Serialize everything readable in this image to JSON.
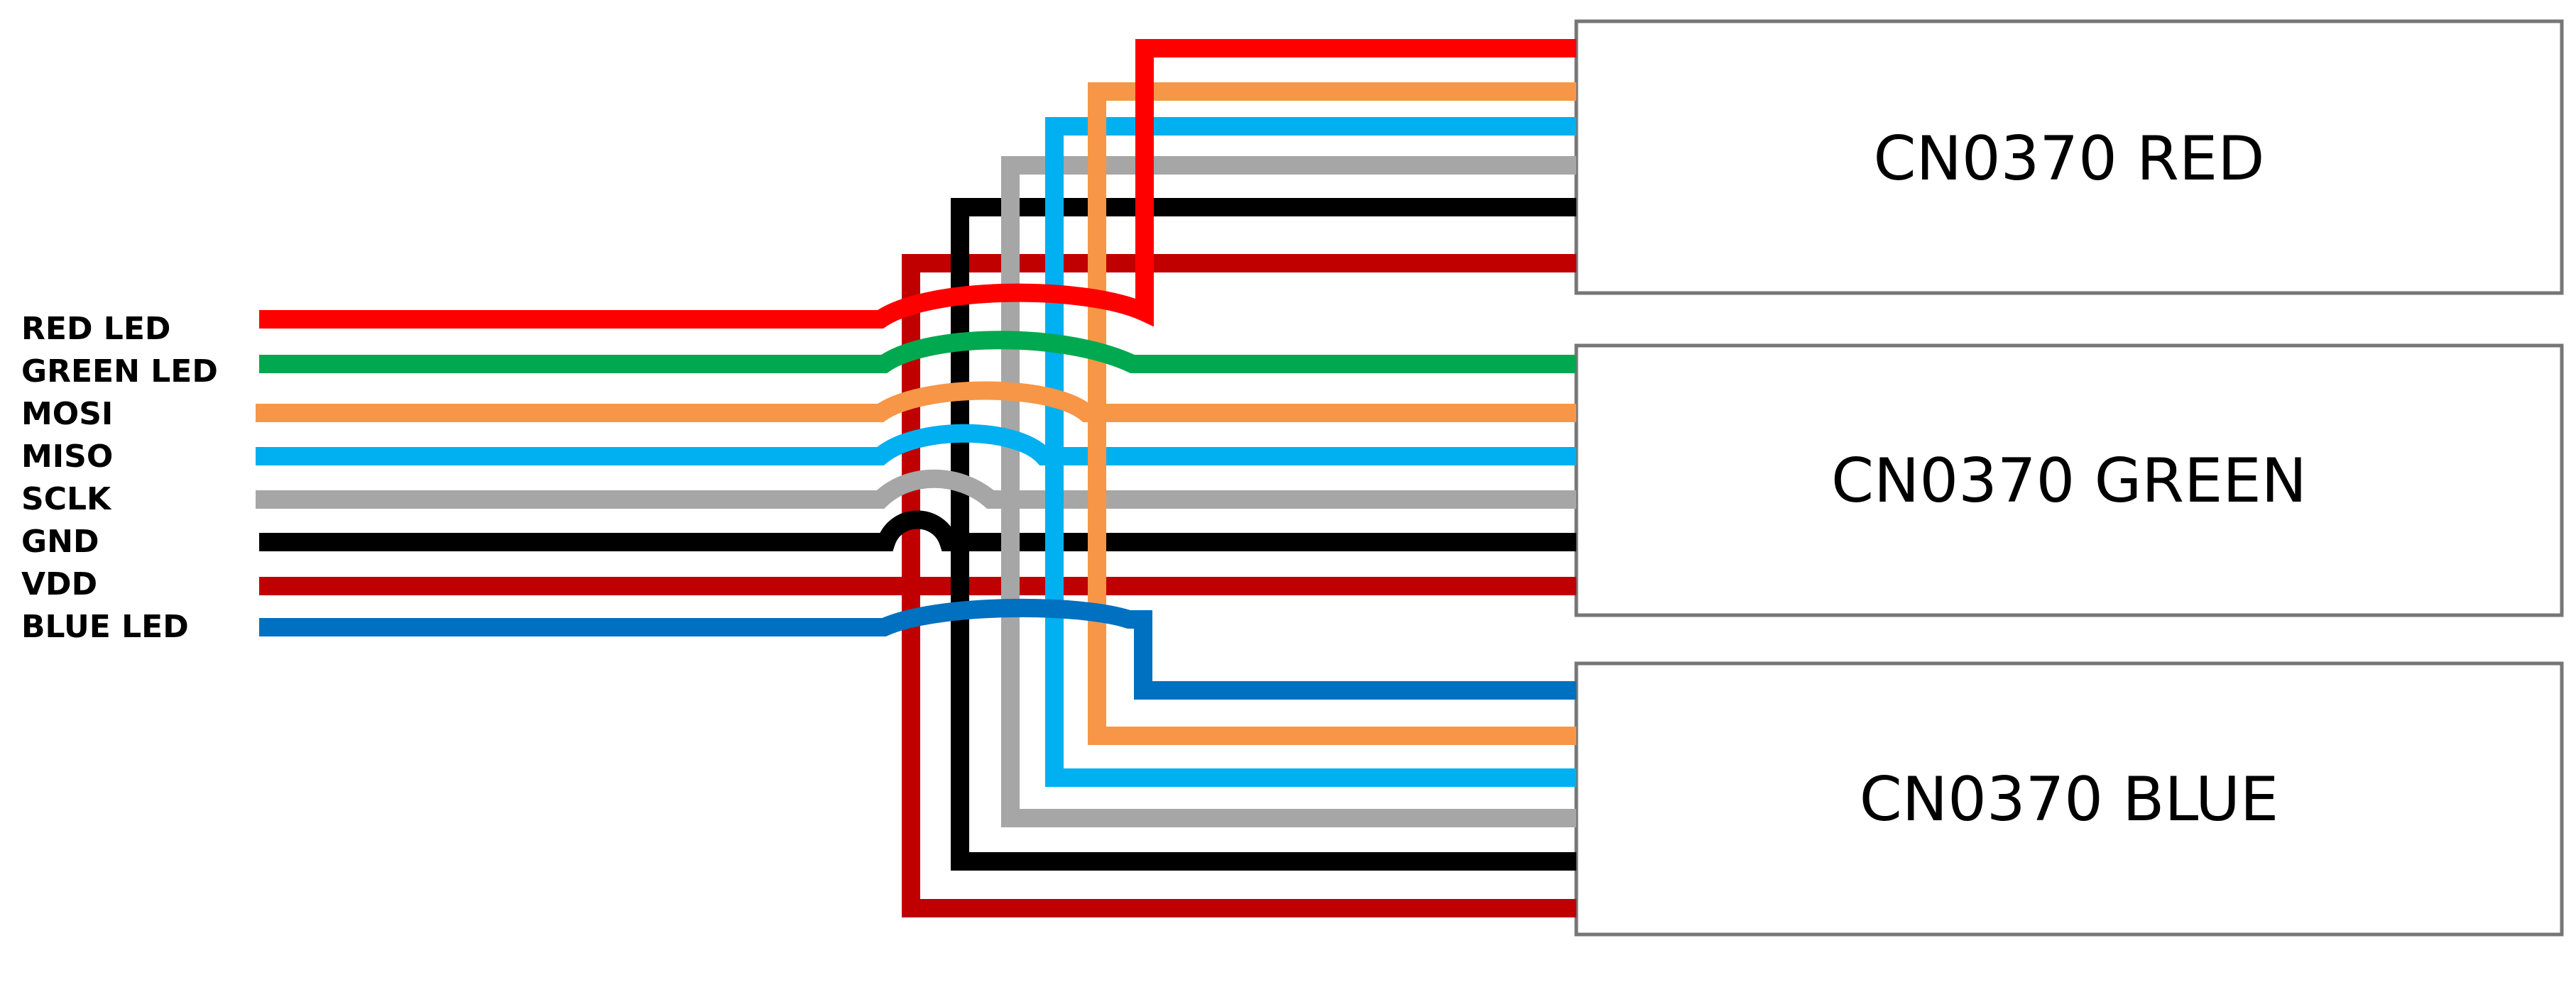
{
  "signals": [
    {
      "key": "red_led",
      "label": "RED LED",
      "color": "#ff0000"
    },
    {
      "key": "green_led",
      "label": "GREEN LED",
      "color": "#00a84f"
    },
    {
      "key": "mosi",
      "label": "MOSI",
      "color": "#f79646"
    },
    {
      "key": "miso",
      "label": "MISO",
      "color": "#00b0f0"
    },
    {
      "key": "sclk",
      "label": "SCLK",
      "color": "#a6a6a6"
    },
    {
      "key": "gnd",
      "label": "GND",
      "color": "#000000"
    },
    {
      "key": "vdd",
      "label": "VDD",
      "color": "#c00000"
    },
    {
      "key": "blue_led",
      "label": "BLUE LED",
      "color": "#0070c0"
    }
  ],
  "boards": [
    {
      "key": "red",
      "label": "CN0370 RED"
    },
    {
      "key": "green",
      "label": "CN0370 GREEN"
    },
    {
      "key": "blue",
      "label": "CN0370 BLUE"
    }
  ]
}
